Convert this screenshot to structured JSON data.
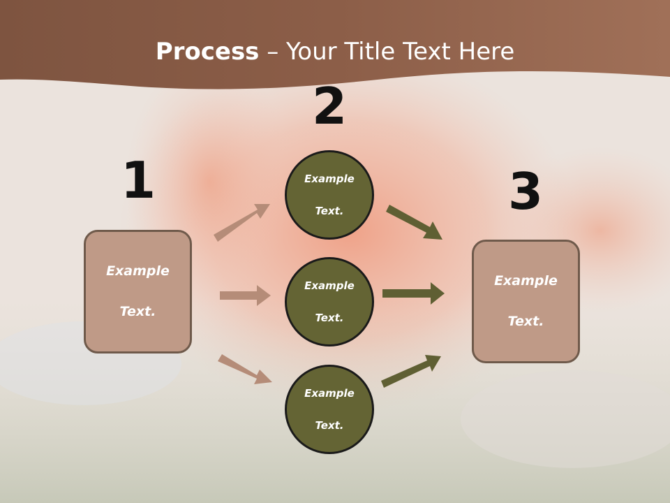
{
  "slide": {
    "title_bold": "Process",
    "title_rest": " – Your Title Text Here",
    "colors": {
      "header_band": "#8b5d47",
      "box_fill": "#bf9a87",
      "box_border": "#6f5a4b",
      "circle_fill": "#646434",
      "left_arrow": "#b58c78",
      "right_arrow": "#5f5f33"
    }
  },
  "steps": {
    "number_1": "1",
    "number_2": "2",
    "number_3": "3"
  },
  "left_box": {
    "line1": "Example",
    "line2": "Text."
  },
  "circles": [
    {
      "line1": "Example",
      "line2": "Text."
    },
    {
      "line1": "Example",
      "line2": "Text."
    },
    {
      "line1": "Example",
      "line2": "Text."
    }
  ],
  "right_box": {
    "line1": "Example",
    "line2": "Text."
  }
}
